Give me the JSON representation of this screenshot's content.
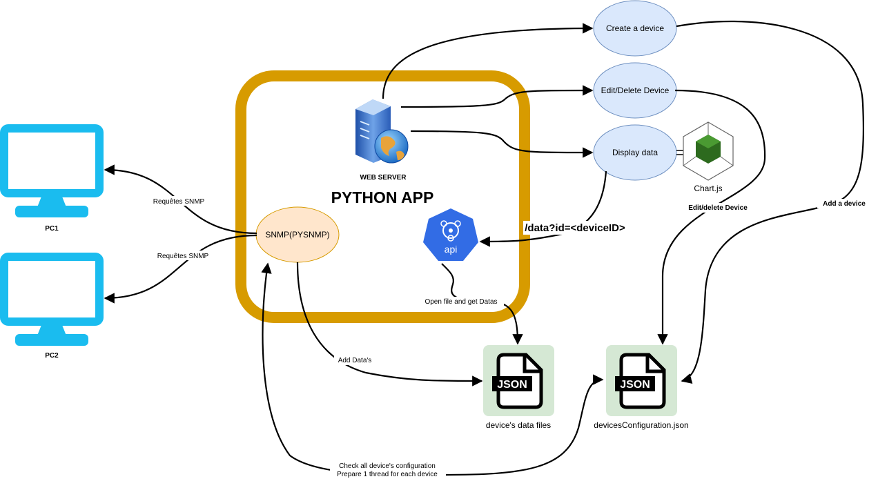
{
  "nodes": {
    "pc1": {
      "label": "PC1"
    },
    "pc2": {
      "label": "PC2"
    },
    "python_app": {
      "label": "PYTHON APP"
    },
    "web_server": {
      "label": "WEB SERVER"
    },
    "snmp": {
      "label": "SNMP(PYSNMP)"
    },
    "api": {
      "label": "api"
    },
    "create_device": {
      "label": "Create a device"
    },
    "edit_delete_device": {
      "label": "Edit/Delete Device"
    },
    "display_data": {
      "label": "Display data"
    },
    "chartjs": {
      "label": "Chart.js"
    },
    "data_files": {
      "label": "device's data files",
      "badge": "JSON"
    },
    "devices_config": {
      "label": "devicesConfiguration.json",
      "badge": "JSON"
    }
  },
  "edges": {
    "snmp_pc1": "Requêtes SNMP",
    "snmp_pc2": "Requêtes SNMP",
    "data_query": "/data?id=<deviceID>",
    "open_file": "Open file and get Datas",
    "add_datas": "Add Data's",
    "edit_delete": "Edit/delete Device",
    "add_device": "Add a device",
    "check_config_line1": "Check all device's configuration",
    "check_config_line2": "Prepare 1 thread for each device"
  },
  "colors": {
    "monitor": "#1ABCEF",
    "app_frame": "#D79B00",
    "ellipse_fill": "#DAE8FC",
    "ellipse_stroke": "#6C8EBF",
    "snmp_fill": "#FFE6CC",
    "snmp_stroke": "#D79B00",
    "json_bg": "#D5E8D4",
    "api_blue": "#326CE5",
    "cube_green": "#2D6A1E"
  }
}
